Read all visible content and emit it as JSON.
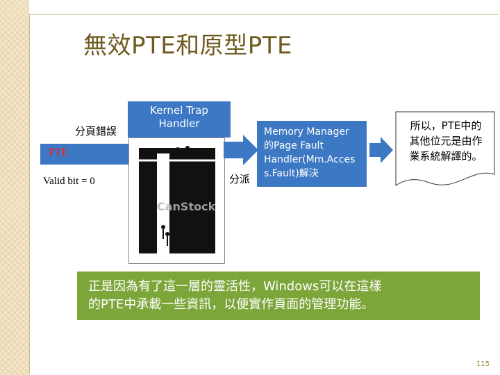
{
  "slide": {
    "title": "無效PTE和原型PTE",
    "page_number": "115"
  },
  "left_side": {
    "page_fault_label": "分頁錯誤",
    "pte_label": "PTE",
    "valid_bit_label": "Valid bit = 0"
  },
  "kernel_trap": {
    "line1": "Kernel Trap",
    "line2": "Handler"
  },
  "dispatch_label": "分派",
  "memory_manager": {
    "line1": "Memory Manager",
    "line2": "的Page Fault",
    "line3": "Handler(Mm.Acces",
    "line4": "s.Fault)解決"
  },
  "note": {
    "line1": "所以，PTE中的",
    "line2": "其他位元是由作",
    "line3": "業系統解譯的。"
  },
  "summary": {
    "line1": "正是因為有了這一層的靈活性，Windows可以在這樣",
    "line2": "的PTE中承載一些資訊，以便實作頁面的管理功能。"
  },
  "picture_icons": [
    "trap-door-illustration",
    "canstock-watermark"
  ],
  "colors": {
    "title": "#6e5a1e",
    "box_blue": "#3d78c4",
    "pte_red": "#ff1a1a",
    "summary_green": "#7da63a"
  }
}
